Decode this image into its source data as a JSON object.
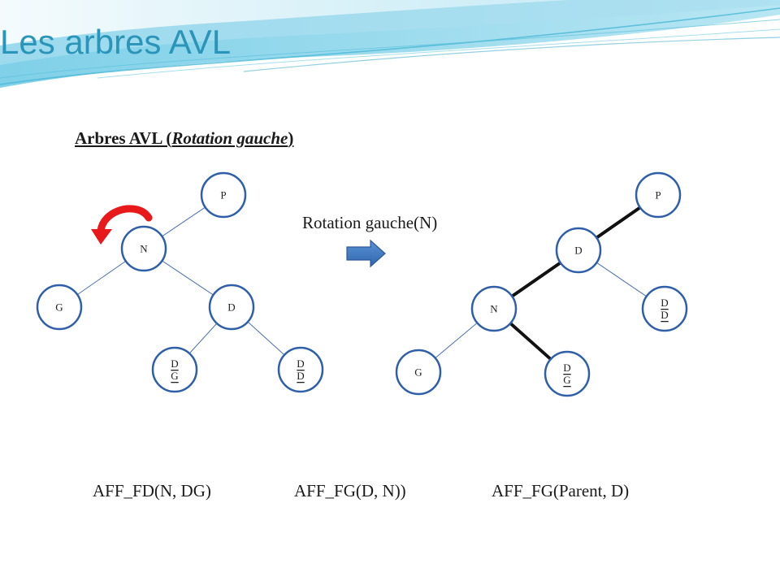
{
  "title": "Les arbres AVL",
  "subtitle": {
    "prefix": "Arbres AVL (",
    "emphasis": "Rotation gauche",
    "suffix": ")"
  },
  "rotation_label": "Rotation gauche(N)",
  "functions": [
    "AFF_FD(N, DG)",
    "AFF_FG(D, N))",
    "AFF_FG(Parent, D)"
  ],
  "colors": {
    "title": "#2a95b8",
    "node_border": "#2e5fa8",
    "arrow_blue": "#3a79c6",
    "rotation_arrow": "#e8191a"
  },
  "tree_before": {
    "nodes": [
      {
        "id": "P",
        "lines": [
          "P"
        ]
      },
      {
        "id": "N",
        "lines": [
          "N"
        ]
      },
      {
        "id": "G",
        "lines": [
          "G"
        ]
      },
      {
        "id": "D",
        "lines": [
          "D"
        ]
      },
      {
        "id": "DG",
        "lines": [
          "D",
          "G"
        ]
      },
      {
        "id": "DD",
        "lines": [
          "D",
          "D"
        ]
      }
    ],
    "edges": [
      [
        "P",
        "N"
      ],
      [
        "N",
        "G"
      ],
      [
        "N",
        "D"
      ],
      [
        "D",
        "DG"
      ],
      [
        "D",
        "DD"
      ]
    ]
  },
  "tree_after": {
    "nodes": [
      {
        "id": "P",
        "lines": [
          "P"
        ]
      },
      {
        "id": "D",
        "lines": [
          "D"
        ]
      },
      {
        "id": "N",
        "lines": [
          "N"
        ]
      },
      {
        "id": "DD",
        "lines": [
          "D",
          "D"
        ]
      },
      {
        "id": "G",
        "lines": [
          "G"
        ]
      },
      {
        "id": "DG",
        "lines": [
          "D",
          "G"
        ]
      }
    ],
    "edges": [
      [
        "P",
        "D",
        "bold"
      ],
      [
        "D",
        "N",
        "bold"
      ],
      [
        "D",
        "DD"
      ],
      [
        "N",
        "G"
      ],
      [
        "N",
        "DG",
        "bold"
      ]
    ]
  }
}
